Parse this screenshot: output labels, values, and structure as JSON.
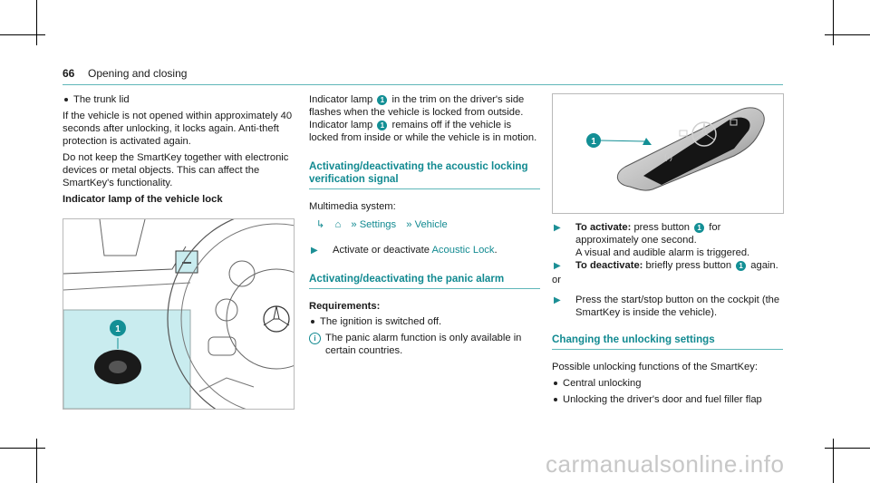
{
  "header": {
    "page_number": "66",
    "section_title": "Opening and closing"
  },
  "left": {
    "bullet_trunk": "The trunk lid",
    "para1": "If the vehicle is not opened within approximately 40 seconds after unlocking, it locks again. Anti-theft protection is activated again.",
    "para2": "Do not keep the SmartKey together with electronic devices or metal objects. This can affect the SmartKey's functionality.",
    "subheading": "Indicator lamp of the vehicle lock",
    "figure_callout": "1"
  },
  "middle": {
    "para_part1": "Indicator lamp",
    "para_part2": "in the trim on the driver's side flashes when the vehicle is locked from outside. Indicator lamp",
    "para_part3": "remains off if the vehicle is locked from inside or while the vehicle is in motion.",
    "callout": "1",
    "heading1": "Activating/deactivating the acoustic locking verification signal",
    "multimedia_label": "Multimedia system:",
    "nav_settings": "Settings",
    "nav_vehicle": "Vehicle",
    "step1_pre": "Activate or deactivate",
    "step1_link": "Acoustic Lock",
    "step1_post": ".",
    "heading2": "Activating/deactivating the panic alarm",
    "requirements_label": "Requirements:",
    "req1": "The ignition is switched off.",
    "note": "The panic alarm function is only available in certain countries."
  },
  "right": {
    "figure_callout": "1",
    "activate_label": "To activate:",
    "activate_text_a": "press button",
    "activate_text_b": "for approximately one second.",
    "activate_text_c": "A visual and audible alarm is triggered.",
    "deactivate_label": "To deactivate:",
    "deactivate_text_a": "briefly press button",
    "deactivate_text_b": "again.",
    "or": "or",
    "press_text": "Press the start/stop button on the cockpit (the SmartKey is inside the vehicle).",
    "heading3": "Changing the unlocking settings",
    "intro": "Possible unlocking functions of the SmartKey:",
    "opt1": "Central unlocking",
    "opt2": "Unlocking the driver's door and fuel filler flap"
  },
  "watermark": "carmanualsonline.info"
}
